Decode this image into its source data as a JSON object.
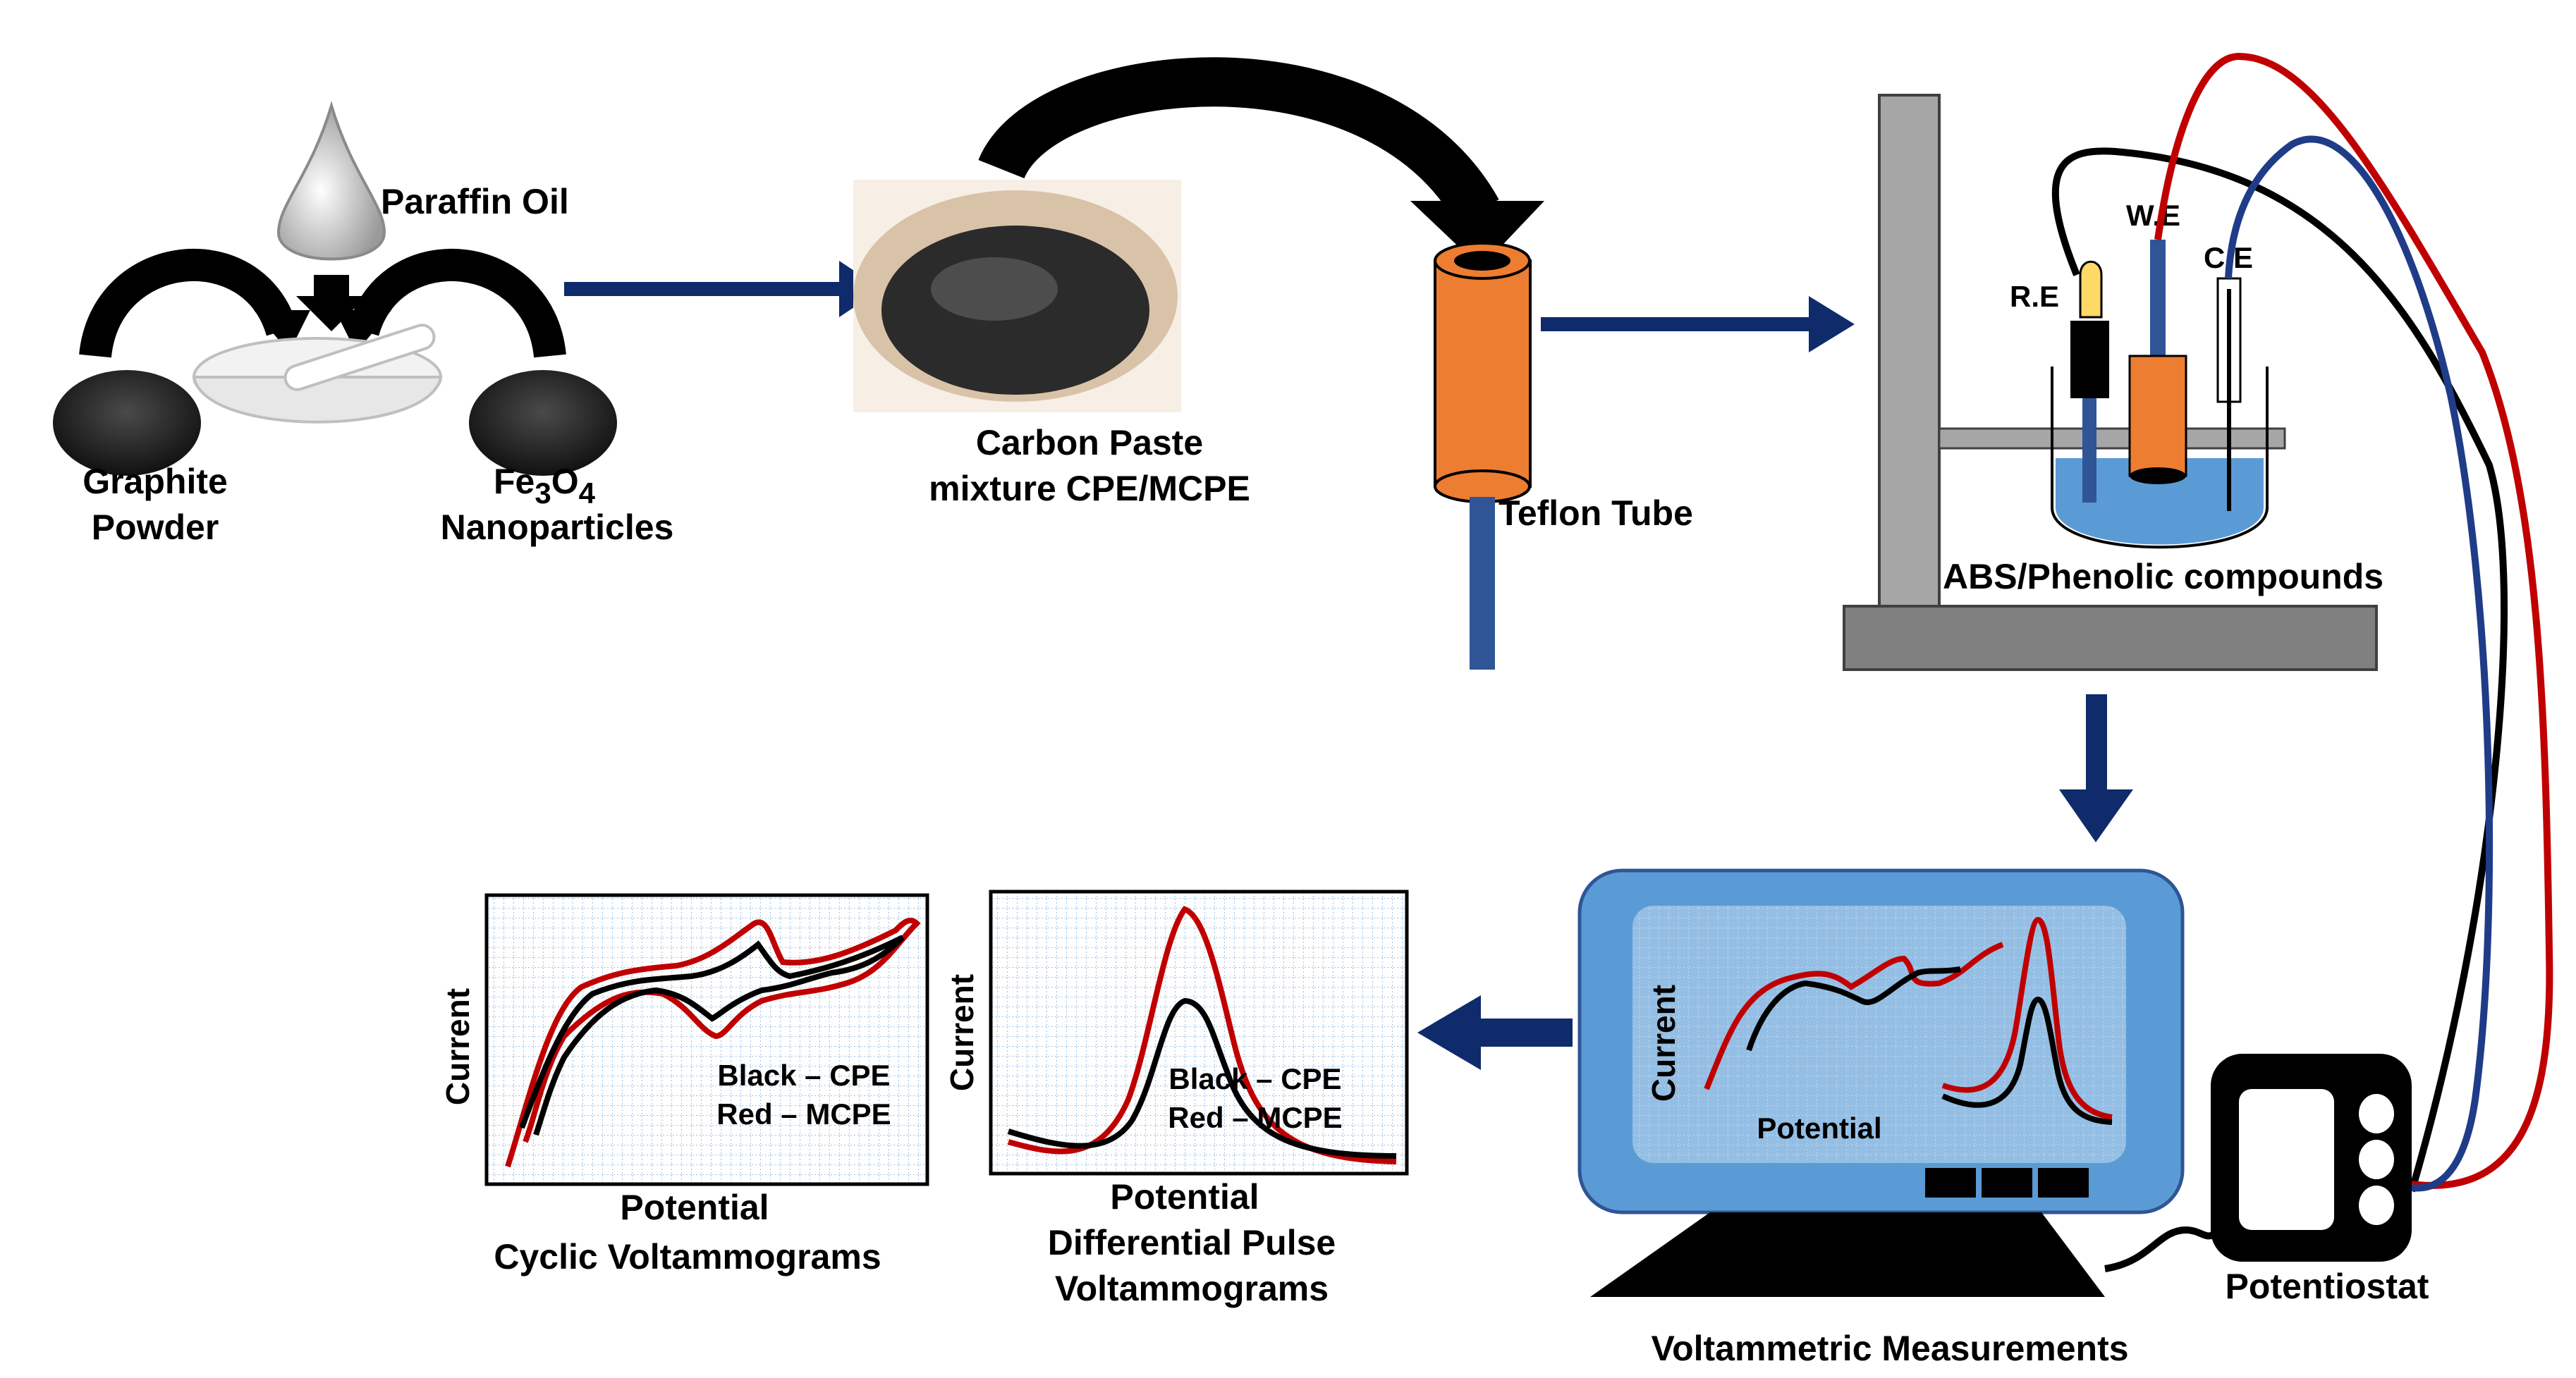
{
  "labels": {
    "paraffin_oil": "Paraffin Oil",
    "graphite_line1": "Graphite",
    "graphite_line2": "Powder",
    "fe3o4_base": "Fe",
    "fe3o4_sub1": "3",
    "fe3o4_o": "O",
    "fe3o4_sub2": "4",
    "nanoparticles": "Nanoparticles",
    "carbon_paste_line1": "Carbon Paste",
    "carbon_paste_line2": "mixture CPE/MCPE",
    "teflon_tube": "Teflon Tube",
    "we": "W.E",
    "ce": "C.E",
    "re": "R.E",
    "solution": "ABS/Phenolic compounds",
    "potentiostat": "Potentiostat",
    "voltammetric": "Voltammetric Measurements"
  },
  "monitor": {
    "ylabel": "Current",
    "xlabel": "Potential"
  },
  "cv_panel": {
    "ylabel": "Current",
    "xlabel": "Potential",
    "caption": "Cyclic Voltammograms",
    "legend_black": "Black – CPE",
    "legend_red": "Red – MCPE"
  },
  "dpv_panel": {
    "ylabel": "Current",
    "xlabel": "Potential",
    "caption_line1": "Differential Pulse",
    "caption_line2": "Voltammograms",
    "legend_black": "Black – CPE",
    "legend_red": "Red – MCPE"
  },
  "colors": {
    "arrow_blue": "#0f2b6b",
    "orange": "#ed7d31",
    "rod_blue": "#2f5597",
    "monitor_blue": "#5b9bd5",
    "solution_blue": "#5b9bd5",
    "stand_gray": "#a6a6a6",
    "red_curve": "#c00000",
    "black_curve": "#000000",
    "grid": "#9dc3e6"
  }
}
